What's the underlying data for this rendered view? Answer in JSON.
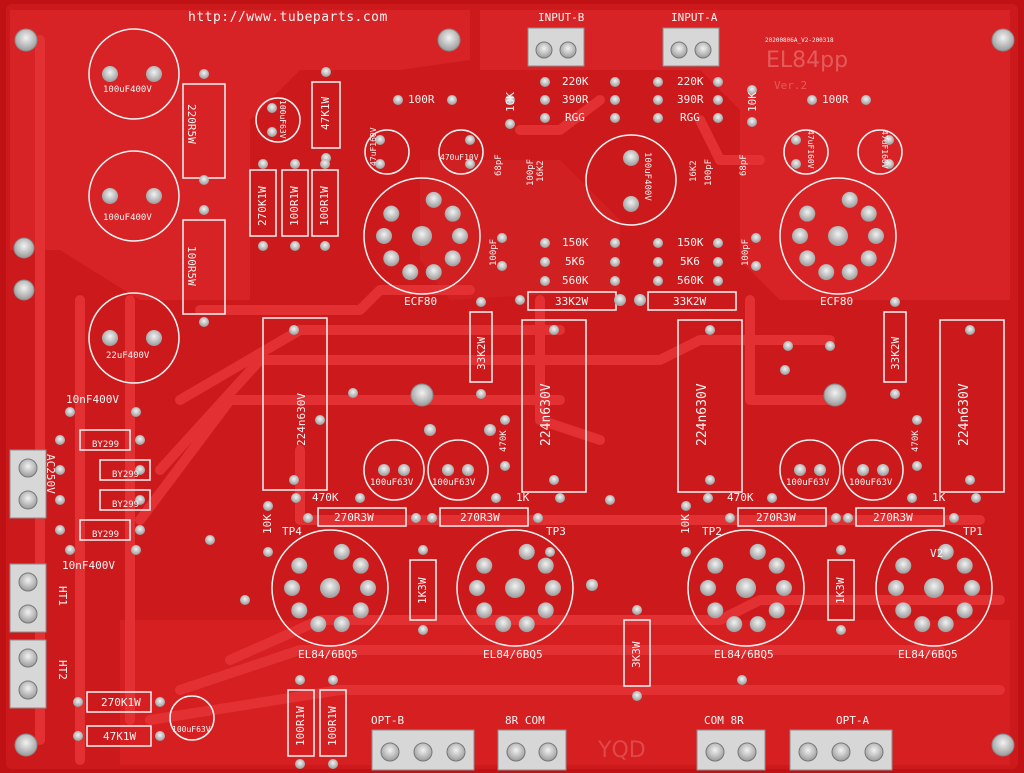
{
  "board": {
    "website": "http://www.tubeparts.com",
    "model": "EL84pp",
    "version": "Ver.2",
    "serial": "20200806A_V2-200318",
    "maker": "YQD",
    "colors": {
      "pcb": "#c8181a",
      "trace": "#e02628",
      "silk": "#f4f4f4",
      "pad": "#d8d8d8"
    }
  },
  "connectors": {
    "input_b": "INPUT-B",
    "input_a": "INPUT-A",
    "ac": "AC250V",
    "ht1": "HT1",
    "ht2": "HT2",
    "opt_b": "OPT-B",
    "opt_a": "OPT-A",
    "out_left": "8R  COM",
    "out_right": "COM 8R"
  },
  "tubes": {
    "ecf80": "ECF80",
    "el84": "EL84/6BQ5",
    "v2": "V2"
  },
  "test_points": {
    "tp1": "TP1",
    "tp2": "TP2",
    "tp3": "TP3",
    "tp4": "TP4"
  },
  "components": {
    "cap_100u400_a": "100uF400V",
    "cap_100u400_b": "100uF400V",
    "cap_22u400": "22uF400V",
    "cap_100u400_c": "100uF400V",
    "cap_100u63_1": "100uF63V",
    "cap_100u63_2": "100uF63V",
    "cap_100u63_3": "100uF63V",
    "cap_100u63_4": "100uF63V",
    "cap_100u63_5": "100uF63V",
    "cap_470u10": "470uF10V",
    "cap_47u160": "47uF160V",
    "film_224_1": "224n630V",
    "film_224_2": "224n630V",
    "film_224_3": "224n630V",
    "film_224_4": "224n630V",
    "r_220r5w": "220R5W",
    "r_100r5w": "100R5W",
    "r_47k1w": "47K1W",
    "r_270k1w_a": "270K1W",
    "r_100r1w": "100R1W",
    "r_100r1w_b": "100R1W",
    "r_100r": "100R",
    "r_100r_b": "100R",
    "r_10k": "10K",
    "r_220k": "220K",
    "r_390r": "390R",
    "r_rgg": "RGG",
    "r_150k": "150K",
    "r_5k6": "5K6",
    "r_560k": "560K",
    "r_33k2w": "33K2W",
    "r_470k": "470K",
    "r_1k": "1K",
    "r_270r3w": "270R3W",
    "r_1k3w": "1K3W",
    "r_3k3w": "3K3W",
    "r_270k1w_b": "270K1W",
    "r_47k1w_b": "47K1W",
    "r_100r1w_c": "100R1W",
    "c_10nf400": "10nF400V",
    "d_by299": "BY299",
    "c_68pf": "68pF",
    "c_100pf": "100pF",
    "r_16k2": "16K2"
  }
}
